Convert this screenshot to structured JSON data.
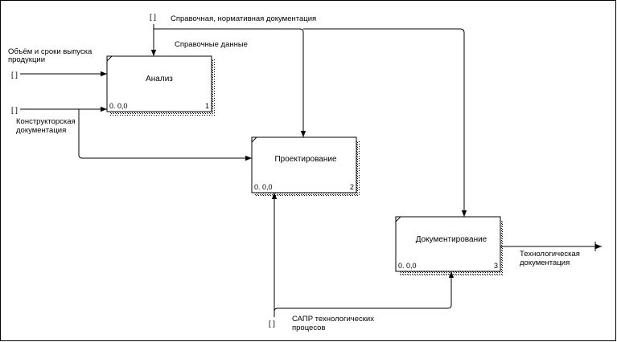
{
  "diagram": {
    "boxes": [
      {
        "title": "Анализ",
        "cost": "0. 0,0",
        "number": "1"
      },
      {
        "title": "Проектирование",
        "cost": "0. 0,0",
        "number": "2"
      },
      {
        "title": "Документирование",
        "cost": "0. 0,0",
        "number": "3"
      }
    ],
    "arrows": {
      "control_top": "Справочная, нормативная документация",
      "control_data": "Справочные данные",
      "input_volume_line1": "Объём и сроки выпуска",
      "input_volume_line2": "продукции",
      "input_design_line1": "Конструкторская",
      "input_design_line2": "документация",
      "mechanism_line1": "САПР технологических",
      "mechanism_line2": "процесов",
      "output_line1": "Технологическая",
      "output_line2": "документация"
    },
    "tunnel_glyph": "[ ]"
  }
}
